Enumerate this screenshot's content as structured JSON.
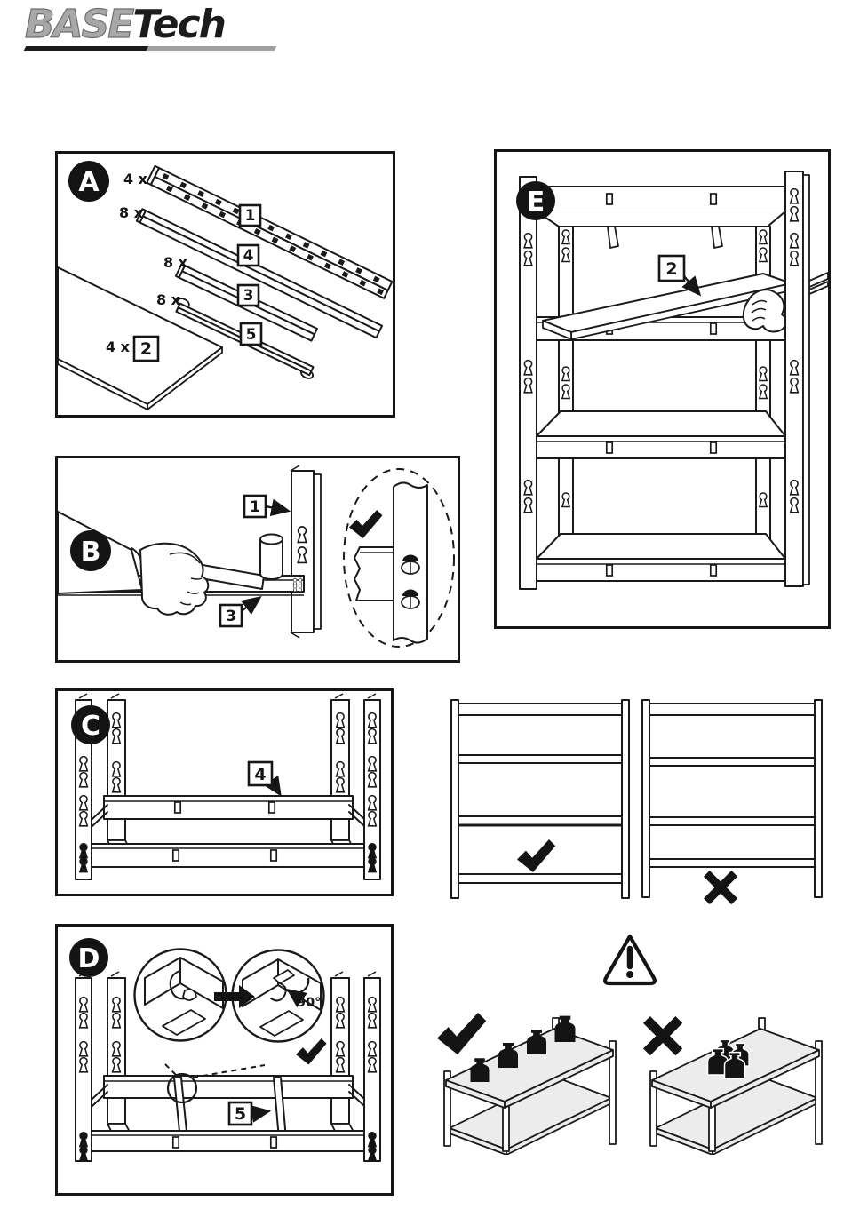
{
  "logo": {
    "base": "BASE",
    "tech": "Tech"
  },
  "steps": {
    "a": {
      "letter": "A",
      "parts": [
        {
          "count": "4 x",
          "number": "1"
        },
        {
          "count": "8 x",
          "number": "4"
        },
        {
          "count": "8 x",
          "number": "3"
        },
        {
          "count": "8 x",
          "number": "5"
        },
        {
          "count": "4 x",
          "number": "2"
        }
      ]
    },
    "b": {
      "letter": "B",
      "part_upright": "1",
      "part_beam": "3"
    },
    "c": {
      "letter": "C",
      "part_beam": "4"
    },
    "d": {
      "letter": "D",
      "part_brace": "5",
      "rotation_label": "90°"
    },
    "e": {
      "letter": "E",
      "part_shelf": "2"
    }
  },
  "colors": {
    "ink": "#161616",
    "paper": "#ffffff",
    "logo_gray": "#a8a8a8",
    "shelf_gray": "#ececec"
  }
}
